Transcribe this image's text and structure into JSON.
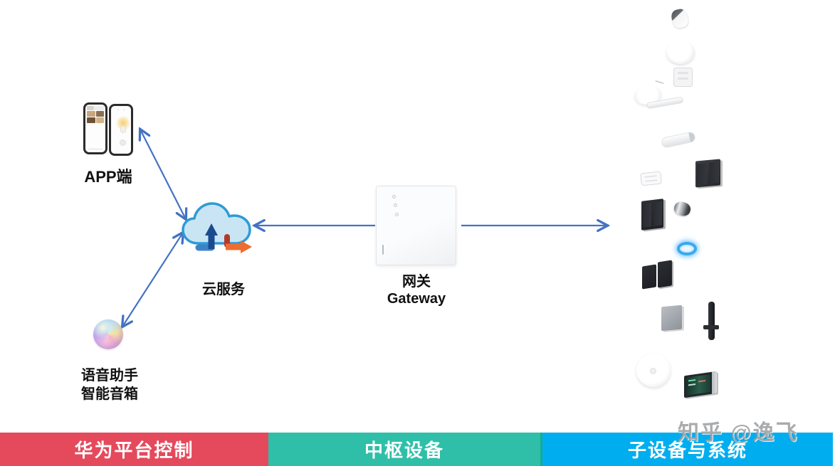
{
  "diagram": {
    "app": {
      "label": "APP端"
    },
    "cloud": {
      "label": "云服务"
    },
    "gateway": {
      "label_cn": "网关",
      "label_en": "Gateway"
    },
    "voice": {
      "label_line1": "语音助手",
      "label_line2": "智能音箱"
    }
  },
  "bottom_bars": [
    {
      "label": "华为平台控制",
      "color": "#e5495c"
    },
    {
      "label": "中枢设备",
      "color": "#2fbfa9"
    },
    {
      "label": "子设备与系统",
      "color": "#00aeef"
    }
  ],
  "watermark": {
    "text": "知乎 @逸飞"
  },
  "colors": {
    "connector_arrow": "#4472c4",
    "cloud_fill": "#c9e5f4",
    "cloud_outline": "#2e9bd5",
    "cloud_upload_arrow": "#1b4b8f",
    "cloud_download_arrow": "#ee6c30"
  },
  "icons": {
    "devices": [
      "bullet-camera",
      "motion-sensor",
      "wall-module",
      "ceiling-light",
      "light-bar",
      "tube-light",
      "wall-switch-dark",
      "relay-module",
      "wall-switch-black",
      "mini-motor",
      "glow-ring",
      "double-wall-switch",
      "gray-panel",
      "door-lock",
      "smoke-detector",
      "scene-panel"
    ]
  }
}
